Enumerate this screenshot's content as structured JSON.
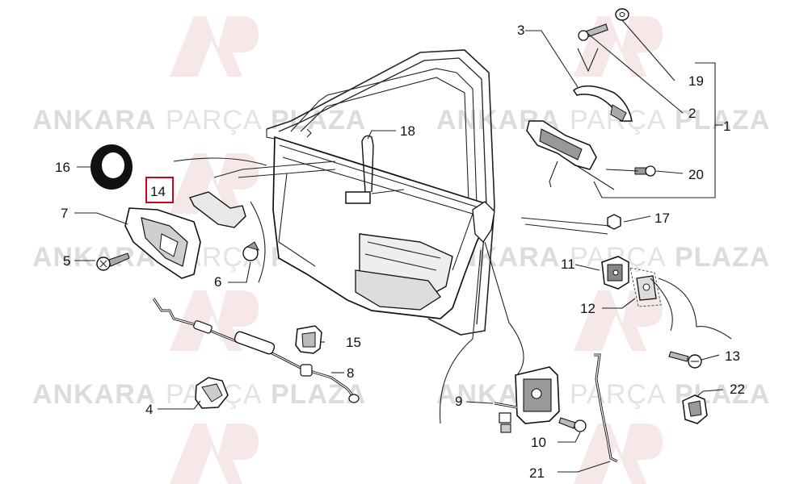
{
  "watermark": {
    "brand_bold_left": "ANKARA",
    "brand_light": "PARÇA",
    "brand_bold_right": "PLAZA",
    "logo_letters": "AP"
  },
  "highlight": {
    "label": "14",
    "color": "#d0021b"
  },
  "callouts": {
    "c1": "1",
    "c2": "2",
    "c3": "3",
    "c4": "4",
    "c5": "5",
    "c6": "6",
    "c7": "7",
    "c8": "8",
    "c9": "9",
    "c10": "10",
    "c11": "11",
    "c12": "12",
    "c13": "13",
    "c14": "14",
    "c15": "15",
    "c16": "16",
    "c17": "17",
    "c18": "18",
    "c19": "19",
    "c20": "20",
    "c21": "21",
    "c22": "22"
  }
}
